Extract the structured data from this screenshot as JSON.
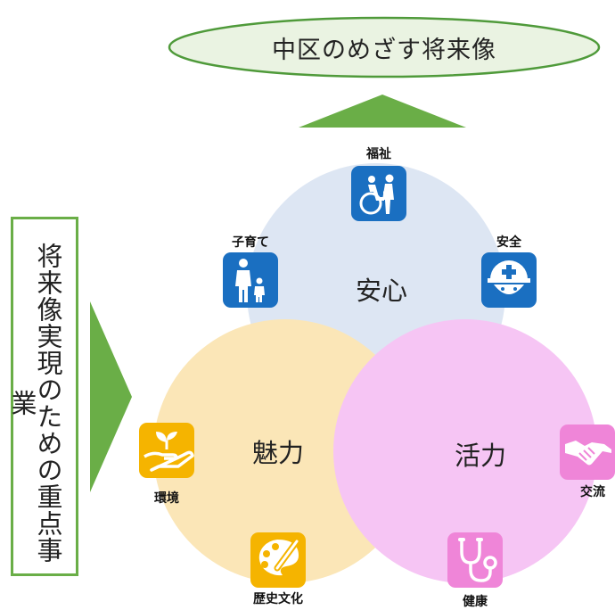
{
  "vision": {
    "title": "中区のめざす将来像"
  },
  "left_panel": {
    "text": "将来像実現のための重点事業"
  },
  "circles": {
    "top": {
      "label": "安心",
      "color": "#dde6f3"
    },
    "left": {
      "label": "魅力",
      "color": "#fbe6b7"
    },
    "right": {
      "label": "活力",
      "color": "#f6c5f4"
    }
  },
  "icons": [
    {
      "id": "welfare",
      "label": "福祉",
      "icon": "wheelchair-assist-icon",
      "color": "#1a6fc1"
    },
    {
      "id": "childcare",
      "label": "子育て",
      "icon": "parent-child-icon",
      "color": "#1a6fc1"
    },
    {
      "id": "safety",
      "label": "安全",
      "icon": "safety-helmet-icon",
      "color": "#1a6fc1"
    },
    {
      "id": "environment",
      "label": "環境",
      "icon": "sprout-hand-icon",
      "color": "#f5b400"
    },
    {
      "id": "history",
      "label": "歴史文化",
      "icon": "palette-brush-icon",
      "color": "#f5b400"
    },
    {
      "id": "exchange",
      "label": "交流",
      "icon": "handshake-icon",
      "color": "#ef85d8"
    },
    {
      "id": "health",
      "label": "健康",
      "icon": "stethoscope-icon",
      "color": "#ef85d8"
    }
  ],
  "colors": {
    "accent_green": "#6aae47",
    "ellipse_fill": "#eaf3e2"
  }
}
